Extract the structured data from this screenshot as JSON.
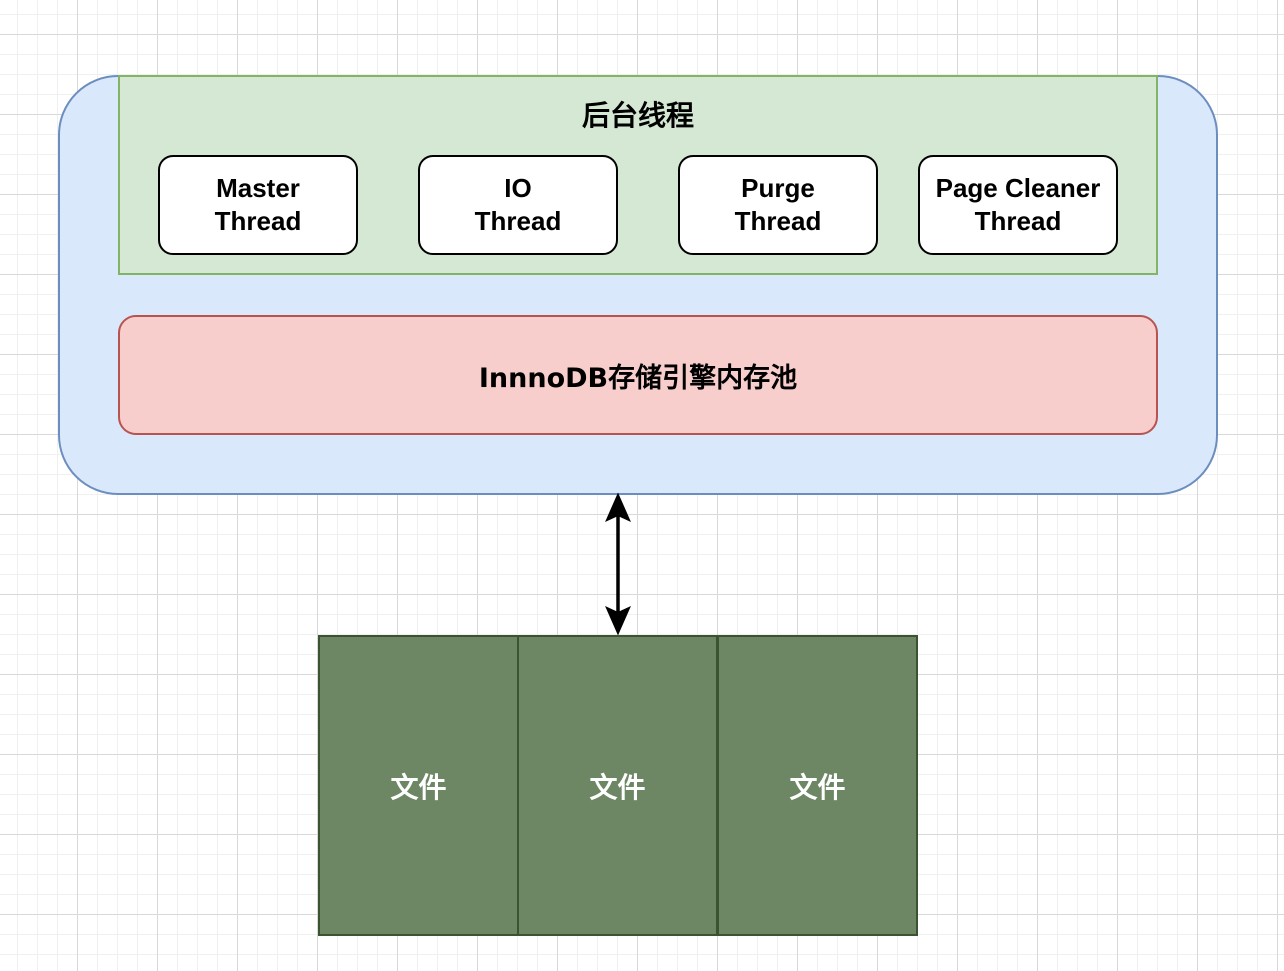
{
  "diagram": {
    "background_threads": {
      "title": "后台线程",
      "threads": [
        {
          "line1": "Master",
          "line2": "Thread"
        },
        {
          "line1": "IO",
          "line2": "Thread"
        },
        {
          "line1": "Purge",
          "line2": "Thread"
        },
        {
          "line1": "Page Cleaner",
          "line2": "Thread"
        }
      ]
    },
    "buffer_pool": {
      "label": "InnnoDB存储引擎内存池"
    },
    "connector": {
      "type": "bidirectional-arrow"
    },
    "files": [
      {
        "label": "文件"
      },
      {
        "label": "文件"
      },
      {
        "label": "文件"
      }
    ],
    "colors": {
      "engine_fill": "#dae8fc",
      "engine_stroke": "#6c8ebf",
      "threads_fill": "#d5e8d4",
      "threads_stroke": "#82b366",
      "pool_fill": "#f8cecc",
      "pool_stroke": "#b85450",
      "file_fill": "#6d8764",
      "file_stroke": "#3a5431"
    }
  }
}
